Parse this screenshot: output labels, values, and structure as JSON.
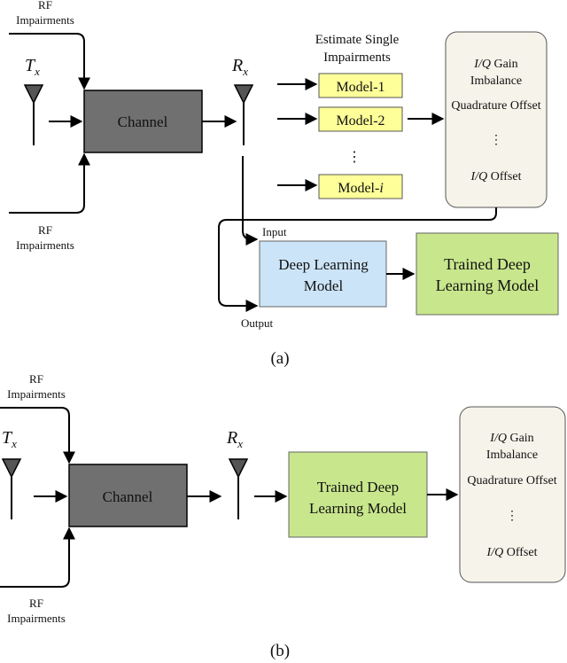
{
  "diagram_a": {
    "caption": "(a)",
    "tx": {
      "main": "T",
      "sub": "x"
    },
    "rx": {
      "main": "R",
      "sub": "x"
    },
    "rf_top": [
      "RF",
      "Impairments"
    ],
    "rf_bottom": [
      "RF",
      "Impairments"
    ],
    "channel": "Channel",
    "estimate_title": [
      "Estimate Single",
      "Impairments"
    ],
    "models": [
      {
        "main": "Model-1",
        "italic": ""
      },
      {
        "main": "Model-2",
        "italic": ""
      },
      {
        "main": "Model-",
        "italic": "i"
      }
    ],
    "dots": "⋮",
    "impairments": [
      {
        "italic": "I/Q",
        "text": " Gain"
      },
      {
        "italic": "",
        "text": "Imbalance"
      },
      {
        "italic": "",
        "text": "Quadrature Offset"
      },
      {
        "italic": "",
        "text": "⋮"
      },
      {
        "italic": "I/Q",
        "text": " Offset"
      }
    ],
    "input_label": "Input",
    "output_label": "Output",
    "dl_model": [
      "Deep Learning",
      "Model"
    ],
    "trained_model": [
      "Trained Deep",
      "Learning Model"
    ]
  },
  "diagram_b": {
    "caption": "(b)",
    "tx": {
      "main": "T",
      "sub": "x"
    },
    "rx": {
      "main": "R",
      "sub": "x"
    },
    "rf_top": [
      "RF",
      "Impairments"
    ],
    "rf_bottom": [
      "RF",
      "Impairments"
    ],
    "channel": "Channel",
    "trained_model": [
      "Trained Deep",
      "Learning Model"
    ],
    "impairments": [
      {
        "italic": "I/Q",
        "text": " Gain"
      },
      {
        "italic": "",
        "text": "Imbalance"
      },
      {
        "italic": "",
        "text": "Quadrature Offset"
      },
      {
        "italic": "",
        "text": "⋮"
      },
      {
        "italic": "I/Q",
        "text": " Offset"
      }
    ]
  },
  "colors": {
    "channel": "#707070",
    "model_box": "#ffff99",
    "dl_box": "#cce4f7",
    "trained_box": "#c8e68c",
    "impairment_panel": "#f6f3ea"
  }
}
